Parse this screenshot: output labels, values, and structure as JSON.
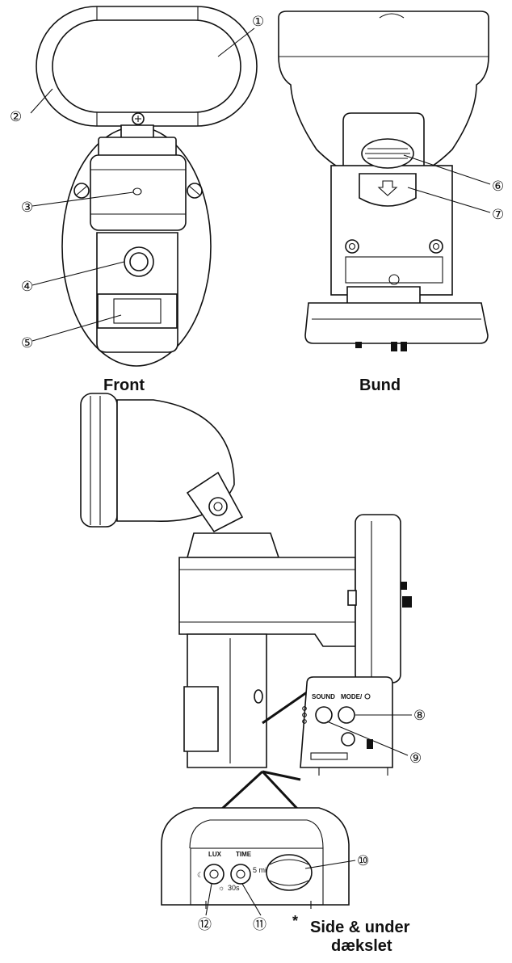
{
  "captions": {
    "front": "Front",
    "bottom": "Bund",
    "side_star": "*",
    "side_line1": "Side & under",
    "side_line2": "dækslet"
  },
  "callouts": [
    "①",
    "②",
    "③",
    "④",
    "⑤",
    "⑥",
    "⑦",
    "⑧",
    "⑨",
    "⑩",
    "⑪",
    "⑫"
  ],
  "panel_labels": {
    "sound": "SOUND",
    "mode": "MODE/",
    "lux": "LUX",
    "time": "TIME",
    "lux_min": "☾",
    "lux_max": "☼",
    "time_min": "30s",
    "time_max": "5 min"
  }
}
